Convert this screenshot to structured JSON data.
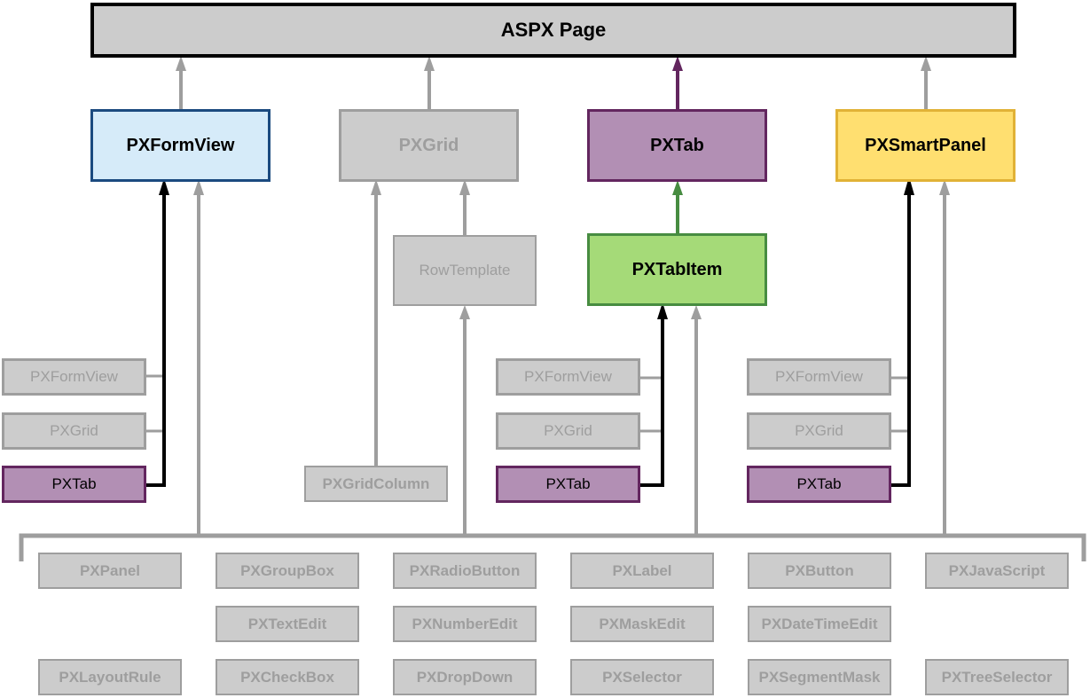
{
  "root": {
    "label": "ASPX Page"
  },
  "containers": {
    "formview": {
      "label": "PXFormView",
      "color": "#1b4a7f",
      "fill": "#d6ebf9"
    },
    "grid": {
      "label": "PXGrid",
      "color": "#9e9e9e",
      "fill": "#cccccc"
    },
    "tab": {
      "label": "PXTab",
      "color": "#63265f",
      "fill": "#b28fb4"
    },
    "smartpanel": {
      "label": "PXSmartPanel",
      "color": "#e1b236",
      "fill": "#ffdf70"
    }
  },
  "tabitem": {
    "label": "PXTabItem",
    "color": "#478c41",
    "fill": "#a5da78"
  },
  "rowtemplate": {
    "label": "RowTemplate"
  },
  "gridcolumn": {
    "label": "PXGridColumn"
  },
  "nested_groups": [
    {
      "parent": "PXFormView",
      "items": [
        "PXFormView",
        "PXGrid",
        "PXTab"
      ]
    },
    {
      "parent": "PXTabItem",
      "items": [
        "PXFormView",
        "PXGrid",
        "PXTab"
      ]
    },
    {
      "parent": "PXSmartPanel",
      "items": [
        "PXFormView",
        "PXGrid",
        "PXTab"
      ]
    }
  ],
  "controls": [
    [
      "PXPanel",
      "PXGroupBox",
      "PXRadioButton",
      "PXLabel",
      "PXButton",
      "PXJavaScript"
    ],
    [
      "",
      "PXTextEdit",
      "PXNumberEdit",
      "PXMaskEdit",
      "PXDateTimeEdit",
      ""
    ],
    [
      "PXLayoutRule",
      "PXCheckBox",
      "PXDropDown",
      "PXSelector",
      "PXSegmentMask",
      "PXTreeSelector"
    ]
  ],
  "colors": {
    "arrow_gray": "#9e9e9e",
    "arrow_black": "#000000",
    "arrow_purple": "#63265f",
    "arrow_green": "#478c41"
  }
}
